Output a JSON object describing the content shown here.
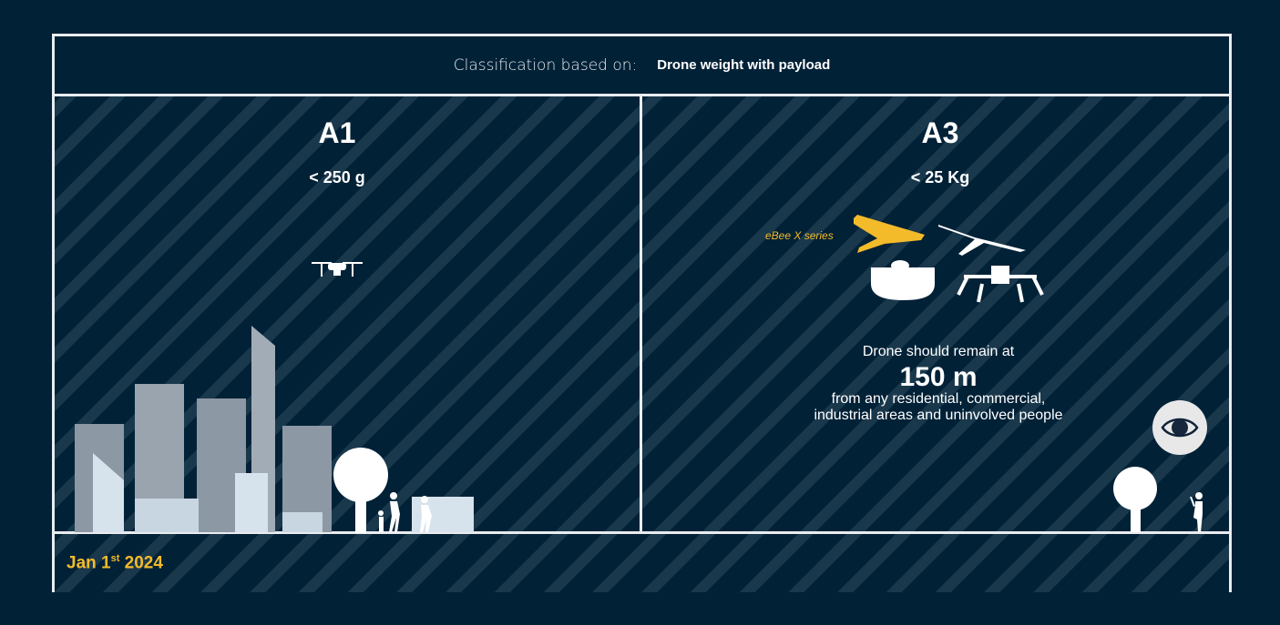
{
  "header": {
    "label": "Classification based on:",
    "value": "Drone weight with payload"
  },
  "categories": [
    {
      "title": "A1",
      "limit": "< 250 g"
    },
    {
      "title": "A3",
      "limit": "< 25 Kg"
    }
  ],
  "a3": {
    "brand_label": "eBee X series",
    "intro": "Drone should remain at",
    "distance": "150 m",
    "detail_1": "from any residential, commercial,",
    "detail_2": "industrial areas and uninvolved people"
  },
  "footer": {
    "date_prefix": "Jan 1",
    "date_suffix": "st",
    "date_year": "2024"
  },
  "colors": {
    "background": "#012137",
    "accent": "#f3bb2a",
    "stripe": "#1a384c",
    "line": "#e9ecef"
  },
  "icons": [
    "drone-icon",
    "fixed-wing-drone-icon",
    "city-icon",
    "tree-icon",
    "person-icon",
    "eye-icon"
  ]
}
